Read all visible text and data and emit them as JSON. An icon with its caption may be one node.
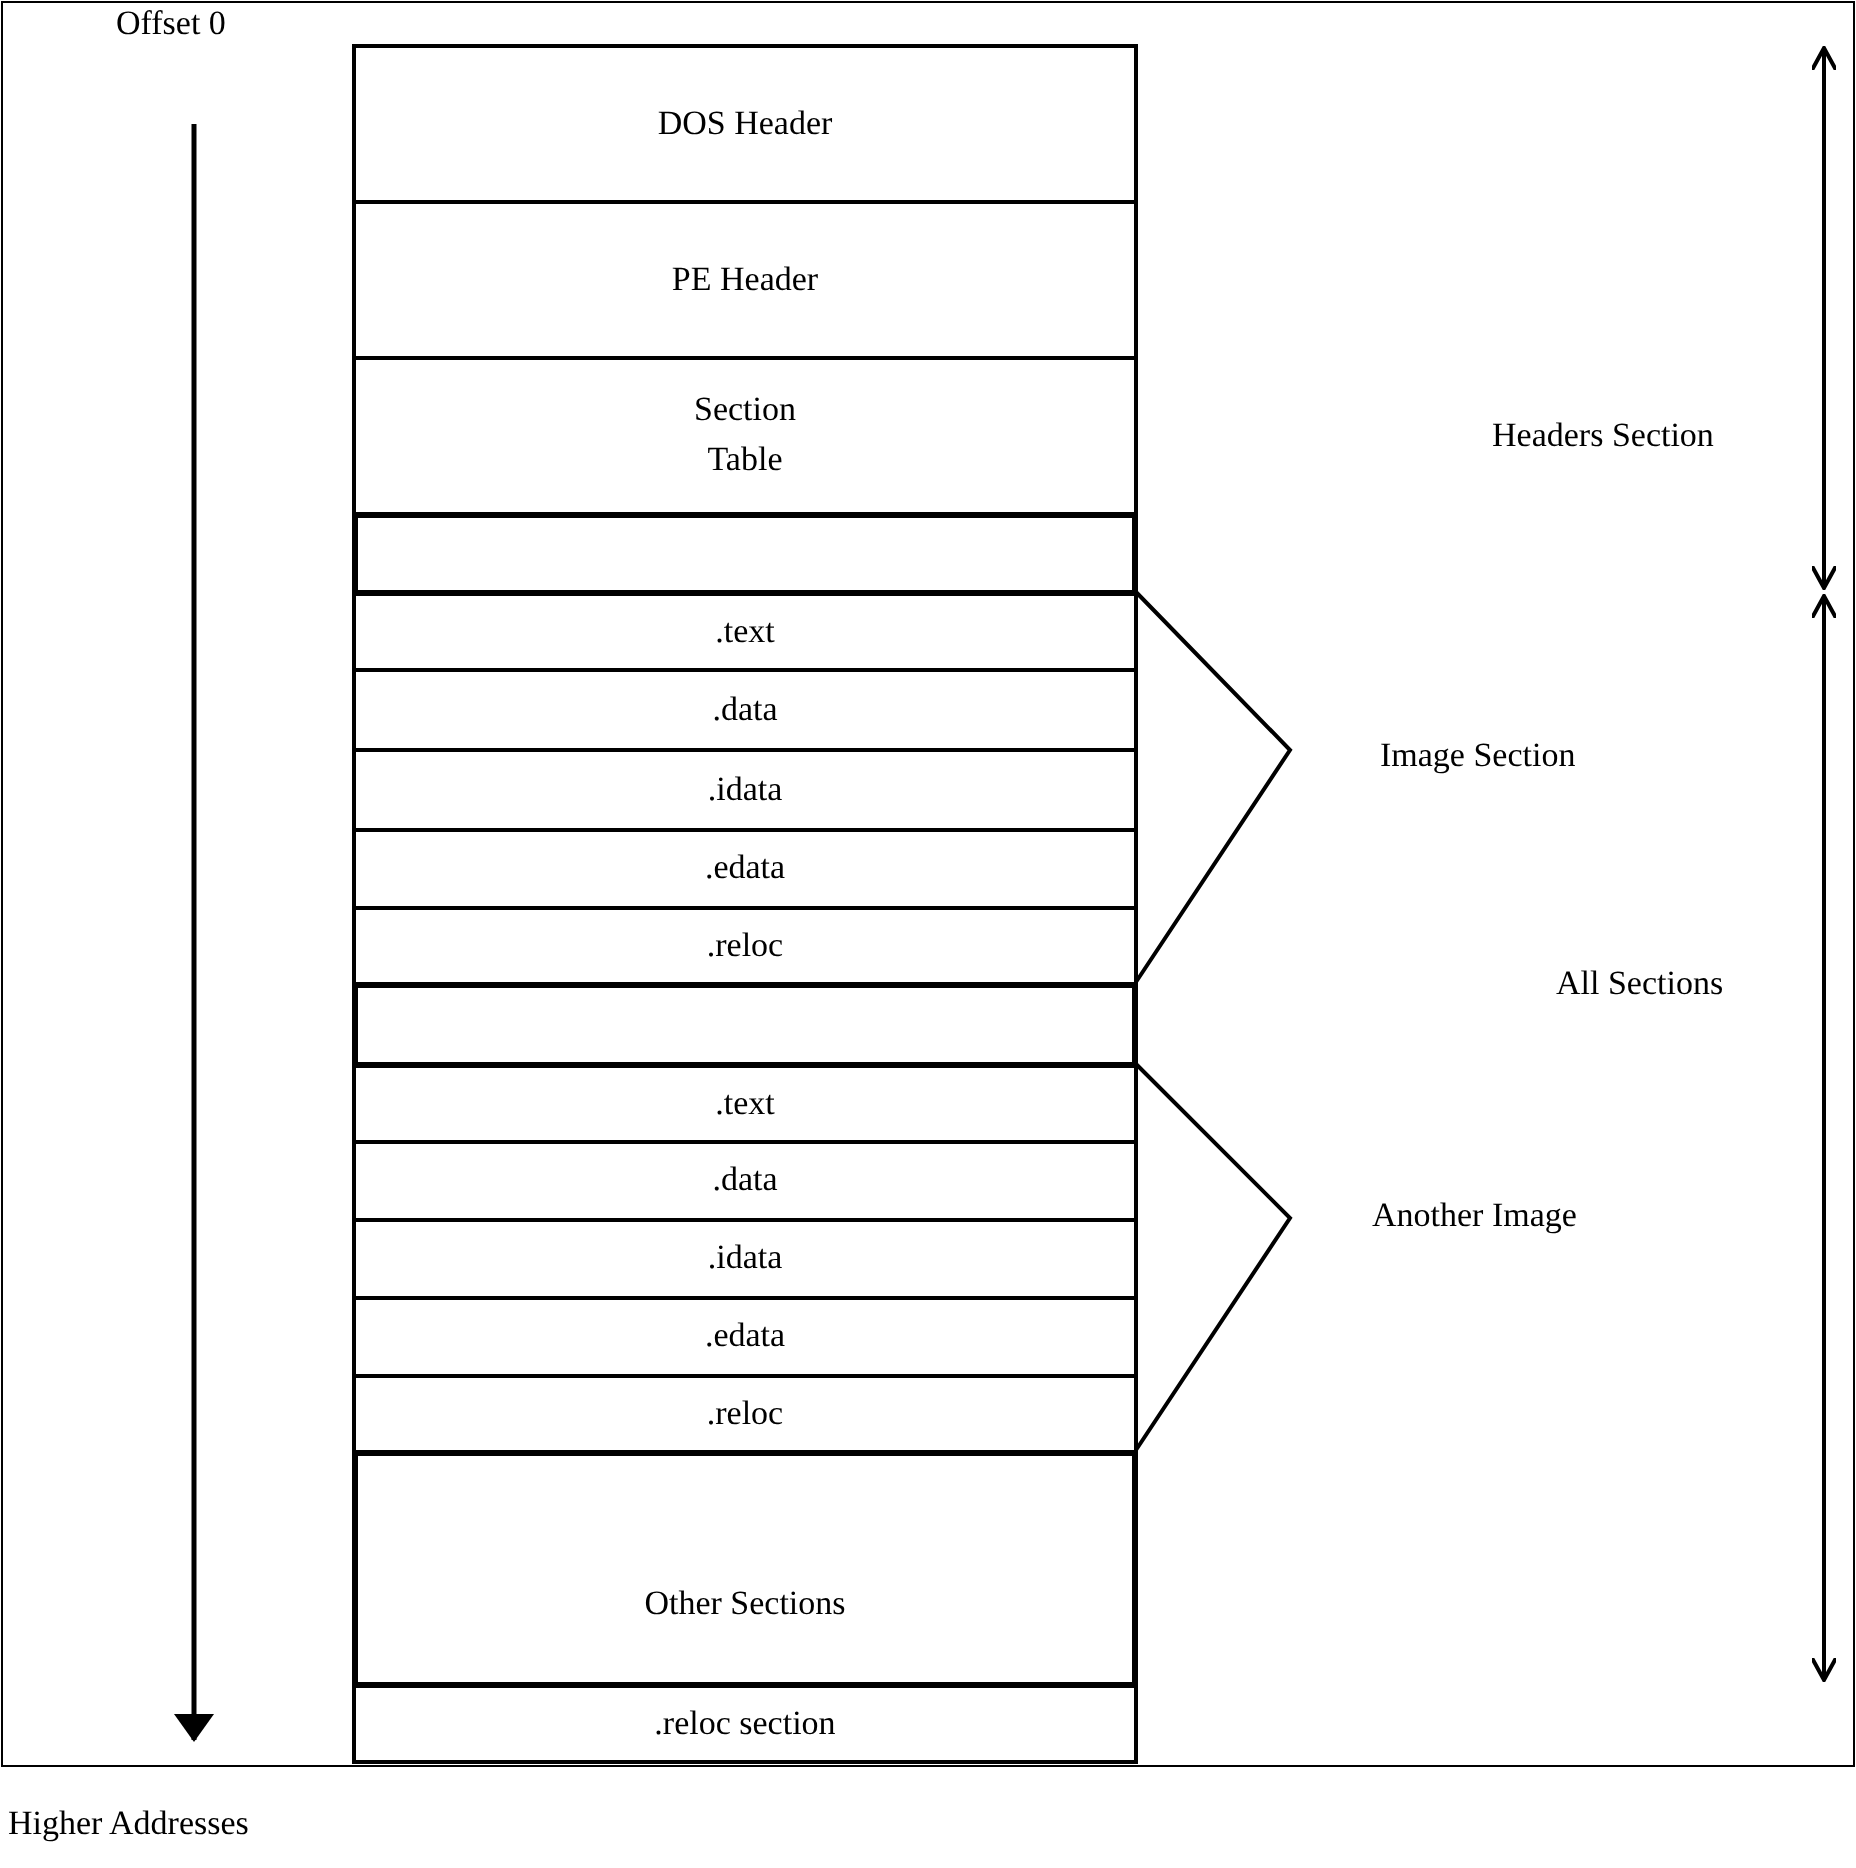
{
  "diagram": {
    "nodes": [
      {
        "text": [
          "DOS Header"
        ]
      },
      {
        "text": [
          "PE Header"
        ]
      },
      {
        "text": [
          "Section Table"
        ]
      },
      {
        "text": [],
        "shape": "box"
      },
      {
        "text": [
          ".text"
        ]
      },
      {
        "text": [
          ".data"
        ]
      },
      {
        "text": [
          ".idata"
        ]
      },
      {
        "text": [
          ".edata"
        ]
      },
      {
        "text": [
          ".reloc"
        ]
      },
      {
        "text": [],
        "shape": "box"
      },
      {
        "text": [
          ".text"
        ]
      },
      {
        "text": [
          ".data"
        ]
      },
      {
        "text": [
          ".idata"
        ]
      },
      {
        "text": [
          ".edata"
        ]
      },
      {
        "text": [
          ".reloc"
        ]
      },
      {
        "text": [
          "Other Sections"
        ]
      },
      {
        "text": [
          ".reloc section"
        ]
      }
    ],
    "labels": [
      "Offset 0",
      "Headers Section",
      "Image Section",
      "All Sections",
      "Another Image",
      "Higher Addresses"
    ]
  }
}
